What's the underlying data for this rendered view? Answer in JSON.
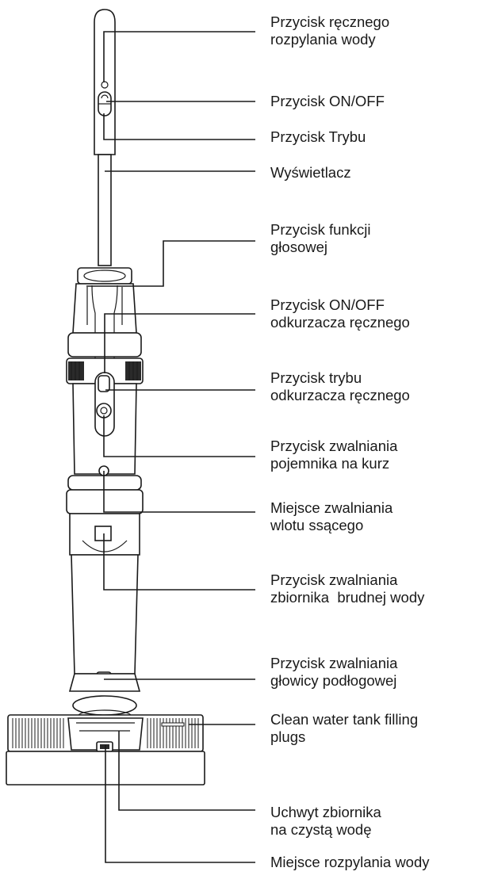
{
  "callouts": [
    {
      "id": "manual-spray-button",
      "lines": [
        "Przycisk ręcznego",
        "rozpylania wody"
      ]
    },
    {
      "id": "on-off-button",
      "lines": [
        "Przycisk ON/OFF"
      ]
    },
    {
      "id": "mode-button",
      "lines": [
        "Przycisk Trybu"
      ]
    },
    {
      "id": "display",
      "lines": [
        "Wyświetlacz"
      ]
    },
    {
      "id": "voice-function-button",
      "lines": [
        "Przycisk funkcji",
        "głosowej"
      ]
    },
    {
      "id": "handheld-on-off-button",
      "lines": [
        "Przycisk ON/OFF",
        "odkurzacza ręcznego"
      ]
    },
    {
      "id": "handheld-mode-button",
      "lines": [
        "Przycisk trybu",
        "odkurzacza ręcznego"
      ]
    },
    {
      "id": "dust-container-release-button",
      "lines": [
        "Przycisk zwalniania",
        "pojemnika na kurz"
      ]
    },
    {
      "id": "suction-inlet-release-spot",
      "lines": [
        "Miejsce zwalniania",
        "wlotu ssącego"
      ]
    },
    {
      "id": "dirty-water-tank-release-button",
      "lines": [
        "Przycisk zwalniania",
        "zbiornika  brudnej wody"
      ]
    },
    {
      "id": "floor-head-release-button",
      "lines": [
        "Przycisk zwalniania",
        "głowicy podłogowej"
      ]
    },
    {
      "id": "clean-water-filling-plugs",
      "lines": [
        "Clean water tank filling",
        "plugs"
      ]
    },
    {
      "id": "clean-water-tank-handle",
      "lines": [
        "Uchwyt zbiornika",
        "na czystą wodę"
      ]
    },
    {
      "id": "water-spray-spot",
      "lines": [
        "Miejsce rozpylania wody"
      ]
    }
  ]
}
